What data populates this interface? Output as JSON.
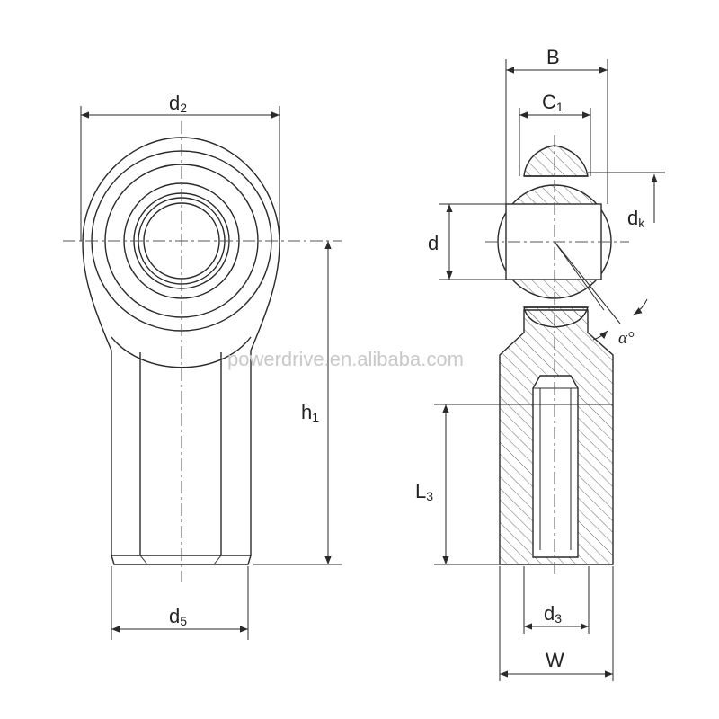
{
  "labels": {
    "d2": {
      "main": "d",
      "sub": "2"
    },
    "d5": {
      "main": "d",
      "sub": "5"
    },
    "h1": {
      "main": "h",
      "sub": "1"
    },
    "B": {
      "main": "B"
    },
    "C1": {
      "main": "C",
      "sub": "1"
    },
    "dk": {
      "main": "d",
      "sub": "k"
    },
    "d": {
      "main": "d"
    },
    "L3": {
      "main": "L",
      "sub": "3"
    },
    "d3": {
      "main": "d",
      "sub": "3"
    },
    "W": {
      "main": "W"
    },
    "alpha": {
      "main": "α°"
    }
  },
  "watermark": "powerdrive.en.alibaba.com",
  "colors": {
    "line": "#2a2a2a",
    "watermark": "#c9c9c9",
    "background": "#ffffff"
  }
}
